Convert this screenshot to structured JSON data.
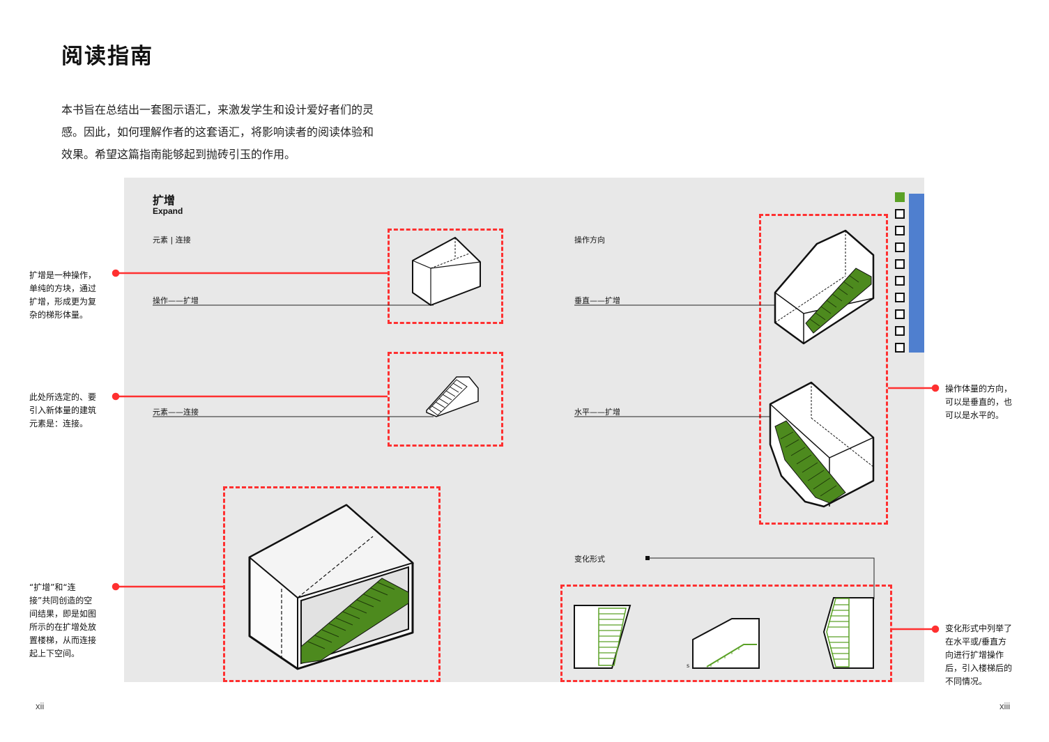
{
  "page": {
    "title": "阅读指南",
    "intro_lines": [
      "本书旨在总结出一套图示语汇，来激发学生和设计爱好者们的灵",
      "感。因此，如何理解作者的这套语汇，将影响读者的阅读体验和",
      "效果。希望这篇指南能够起到抛砖引玉的作用。"
    ],
    "page_left": "xii",
    "page_right": "xiii"
  },
  "section": {
    "title": "扩增",
    "subtitle": "Expand"
  },
  "labels": {
    "element_connect": "元素 | 连接",
    "operation_expand": "操作——扩增",
    "element_link": "元素——连接",
    "op_direction": "操作方向",
    "vertical_expand": "垂直——扩增",
    "horizontal_expand": "水平——扩增",
    "variation": "变化形式",
    "small_s": "s"
  },
  "notes": {
    "left1": [
      "扩增是一种操作，",
      "单纯的方块，通过",
      "扩增，形成更为复",
      "杂的梯形体量。"
    ],
    "left2": [
      "此处所选定的、要",
      "引入新体量的建筑",
      "元素是：连接。"
    ],
    "left3": [
      "“扩增”和“连",
      "接”共同创造的空",
      "间结果，即是如图",
      "所示的在扩增处放",
      "置楼梯，从而连接",
      "起上下空间。"
    ],
    "right1": [
      "操作体量的方向，",
      "可以是垂直的，也",
      "可以是水平的。"
    ],
    "right2": [
      "变化形式中列举了",
      "在水平或/垂直方",
      "向进行扩增操作",
      "后，引入楼梯后的",
      "不同情况。"
    ]
  },
  "index_tab": {
    "squares_total": 10,
    "active_index": 0,
    "active_color": "#5aa126",
    "bar_color": "#4f7fcf"
  },
  "colors": {
    "accent_red": "#ff3030",
    "stair_green": "#4d8a1e",
    "panel_gray": "#e8e8e8"
  }
}
